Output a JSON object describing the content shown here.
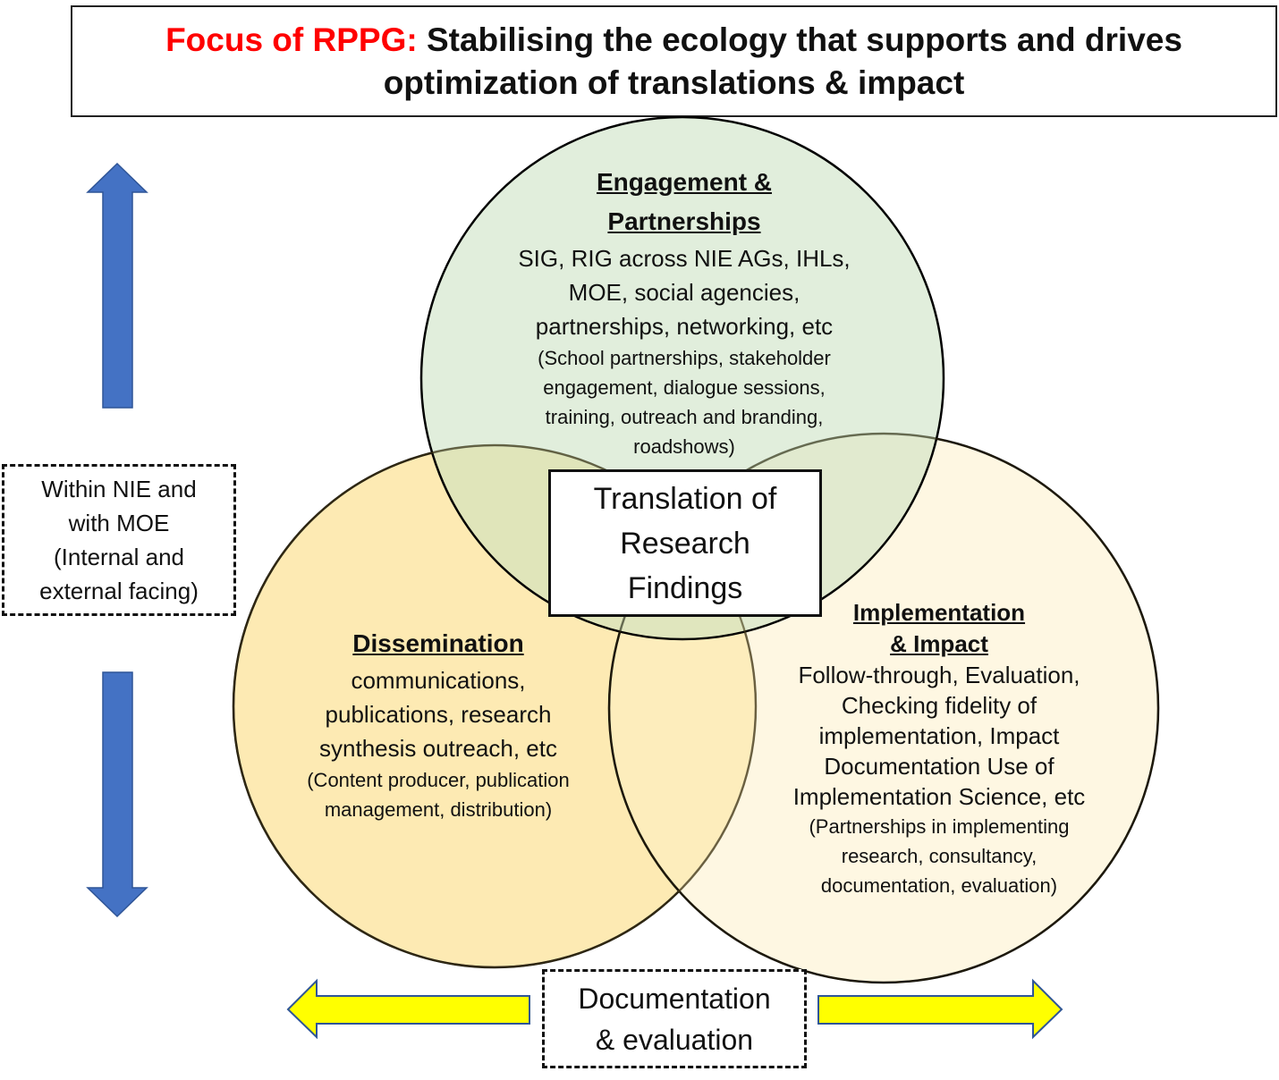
{
  "title": {
    "prefix": "Focus of RPPG:",
    "line1": "Stabilising the ecology that supports and drives",
    "line2": "optimization of translations & impact"
  },
  "colors": {
    "title_prefix": "#ff0000",
    "engagement_fill": "#d9ead3",
    "dissemination_fill": "#fde8a8",
    "implementation_fill": "#fff6e0",
    "vertical_arrows": "#4472c4",
    "horizontal_arrows": "#ffff00",
    "horizontal_arrows_border": "#2f5597"
  },
  "circles": {
    "engagement": {
      "heading_line1": "Engagement &",
      "heading_line2": "Partnerships",
      "body": [
        "SIG, RIG across NIE AGs, IHLs,",
        "MOE, social agencies,",
        "partnerships, networking, etc"
      ],
      "detail": [
        "(School partnerships, stakeholder",
        "engagement, dialogue sessions,",
        "training, outreach and branding,",
        "roadshows)"
      ]
    },
    "dissemination": {
      "heading": "Dissemination",
      "body": [
        "communications,",
        "publications, research",
        "synthesis outreach, etc"
      ],
      "detail": [
        "(Content producer, publication",
        "management, distribution)"
      ]
    },
    "implementation": {
      "heading_line1": "Implementation",
      "heading_line2": "& Impact",
      "body": [
        "Follow-through, Evaluation,",
        "Checking fidelity of",
        "implementation, Impact",
        "Documentation Use of",
        "Implementation Science, etc"
      ],
      "detail": [
        "(Partnerships in implementing",
        "research, consultancy,",
        "documentation, evaluation)"
      ]
    }
  },
  "center": {
    "lines": [
      "Translation of",
      "Research",
      "Findings"
    ]
  },
  "side_box": {
    "lines": [
      "Within NIE and",
      "with MOE",
      "(Internal and",
      "external facing)"
    ]
  },
  "bottom_box": {
    "lines": [
      "Documentation",
      "& evaluation"
    ]
  },
  "arrows": {
    "vertical_up": "arrow-up",
    "vertical_down": "arrow-down",
    "horizontal_left": "arrow-left",
    "horizontal_right": "arrow-right"
  }
}
